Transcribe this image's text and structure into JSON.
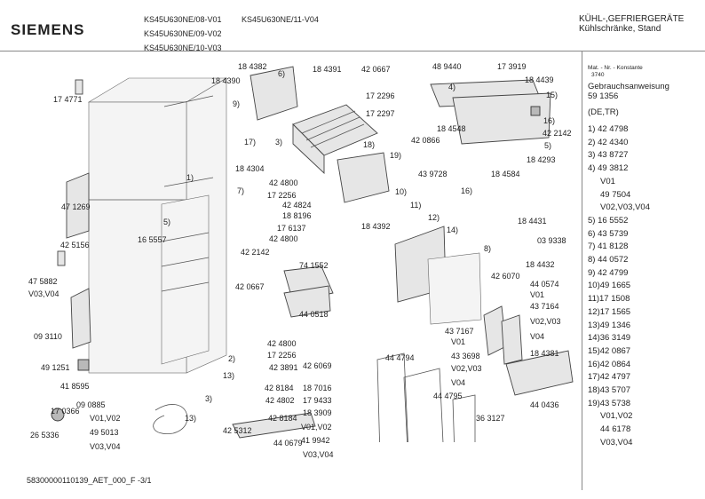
{
  "header": {
    "brand": "SIEMENS",
    "models": [
      "KS45U630NE/08-V01",
      "KS45U630NE/11-V04",
      "KS45U630NE/09-V02",
      "KS45U630NE/10-V03"
    ],
    "category": "KÜHL-,GEFRIERGERÄTE",
    "subcategory": "Kühlschränke, Stand"
  },
  "side": {
    "col_header": "Mat. - Nr. - Konstante",
    "col_value": "3740",
    "doc_title": "Gebrauchsanweisung",
    "doc_number": "59 1356",
    "doc_lang": "(DE,TR)",
    "items": [
      "1) 42 4798",
      "2) 42 4340",
      "3) 43 8727",
      "4) 49 3812",
      "V01",
      "49 7504",
      "V02,V03,V04",
      "5) 16 5552",
      "6) 43 5739",
      "7) 41 8128",
      "8) 44 0572",
      "9) 42 4799",
      "10)49 1665",
      "11)17 1508",
      "12)17 1565",
      "13)49 1346",
      "14)36 3149",
      "15)42 0867",
      "16)42 0864",
      "17)42 4797",
      "18)43 5707",
      "19)43 5738",
      "V01,V02",
      "44 6178",
      "V03,V04"
    ]
  },
  "labels": [
    "18 4382",
    "6)",
    "18 4390",
    "18 4391",
    "42 0667",
    "48 9440",
    "17 3919",
    "17 4771",
    "9)",
    "17)",
    "18 4304",
    "3)",
    "17 2296",
    "17 2297",
    "4)",
    "18 4439",
    "15)",
    "16)",
    "18 4548",
    "42 2142",
    "42 0866",
    "5)",
    "18 4293",
    "1)",
    "18)",
    "19)",
    "43 9728",
    "18 4584",
    "16)",
    "7)",
    "42 4800",
    "17 2256",
    "42 4824",
    "18 8196",
    "17 6137",
    "18 4392",
    "10)",
    "11)",
    "12)",
    "14)",
    "18 4431",
    "03 9338",
    "8)",
    "18 4432",
    "47 1269",
    "5)",
    "16 5557",
    "42 4800",
    "42 2142",
    "42 5156",
    "74 1552",
    "42 6070",
    "44 0574",
    "V01",
    "43 7164",
    "V02,V03",
    "V04",
    "47 5882",
    "V03,V04",
    "42 0667",
    "44 0518",
    "43 7167",
    "V01",
    "43 3698",
    "V02,V03",
    "V04",
    "44 4795",
    "18 4381",
    "44 0436",
    "09 3110",
    "42 4800",
    "17 2256",
    "2)",
    "42 3891",
    "42 6069",
    "44 4794",
    "49 1251",
    "13)",
    "42 8184",
    "18 7016",
    "17 9433",
    "18 3909",
    "41 8595",
    "09 0885",
    "3)",
    "13)",
    "42 8184",
    "42 4802",
    "V01,V02",
    "41 9942",
    "17 0366",
    "V01,V02",
    "49 5013",
    "V03,V04",
    "V03,V04",
    "36 3127",
    "42 5312",
    "44 0679",
    "26 5336"
  ],
  "footer": "58300000110139_AET_000_F -3/1"
}
